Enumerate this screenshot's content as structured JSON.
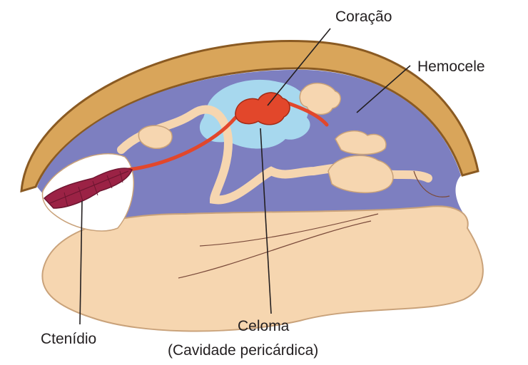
{
  "labels": {
    "heart": "Coração",
    "hemocoel": "Hemocele",
    "ctenidium": "Ctenídio",
    "coelom": "Celoma",
    "coelom_note": "(Cavidade pericárdica)"
  },
  "colors": {
    "shell": "#d9a55a",
    "shell_edge": "#8a5a22",
    "hemocoel": "#7d7fc0",
    "body_tissue": "#f6d6b0",
    "tissue_edge": "#c9a27a",
    "pericardium": "#a7d8ee",
    "heart": "#e2472b",
    "ctenidium": "#9b2245",
    "line": "#231f20"
  }
}
